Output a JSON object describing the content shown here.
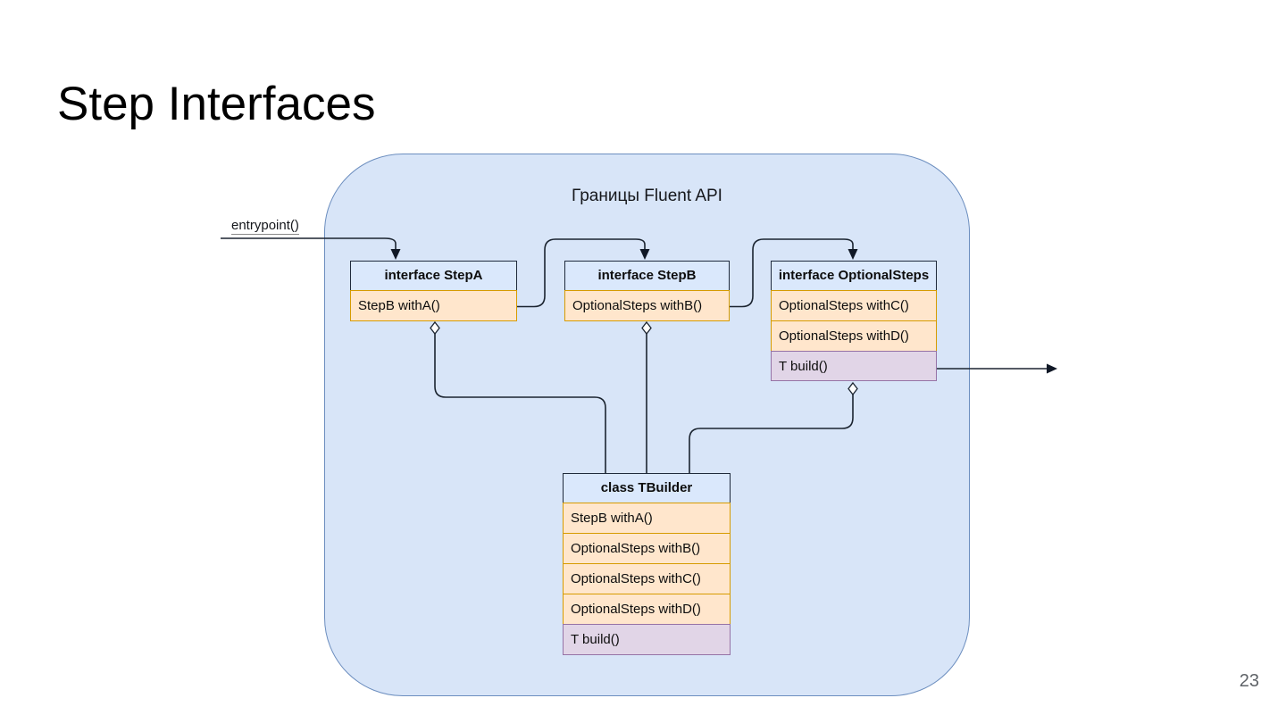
{
  "slide": {
    "title": "Step Interfaces",
    "page_number": "23"
  },
  "diagram": {
    "container_label": "Границы Fluent API",
    "entrypoint_label": "entrypoint()",
    "colors": {
      "container_fill": "#d8e5f8",
      "container_stroke": "#6c8ebf",
      "header_fill": "#dae8fc",
      "box_stroke": "#1f2a3c",
      "method_fill": "#ffe6cc",
      "method_stroke": "#d79b00",
      "build_fill": "#e1d5e7",
      "build_stroke": "#9673a6",
      "connector_color": "#1b2430"
    },
    "boxes": [
      {
        "title": "interface StepA",
        "methods": [
          {
            "label": "StepB withA()",
            "kind": "method"
          }
        ]
      },
      {
        "title": "interface StepB",
        "methods": [
          {
            "label": "OptionalSteps withB()",
            "kind": "method"
          }
        ]
      },
      {
        "title": "interface OptionalSteps",
        "methods": [
          {
            "label": "OptionalSteps withC()",
            "kind": "method"
          },
          {
            "label": "OptionalSteps withD()",
            "kind": "method"
          },
          {
            "label": "T build()",
            "kind": "build"
          }
        ]
      },
      {
        "title": "class TBuilder",
        "methods": [
          {
            "label": "StepB withA()",
            "kind": "method"
          },
          {
            "label": "OptionalSteps withB()",
            "kind": "method"
          },
          {
            "label": "OptionalSteps withC()",
            "kind": "method"
          },
          {
            "label": "OptionalSteps withD()",
            "kind": "method"
          },
          {
            "label": "T build()",
            "kind": "build"
          }
        ]
      }
    ]
  }
}
